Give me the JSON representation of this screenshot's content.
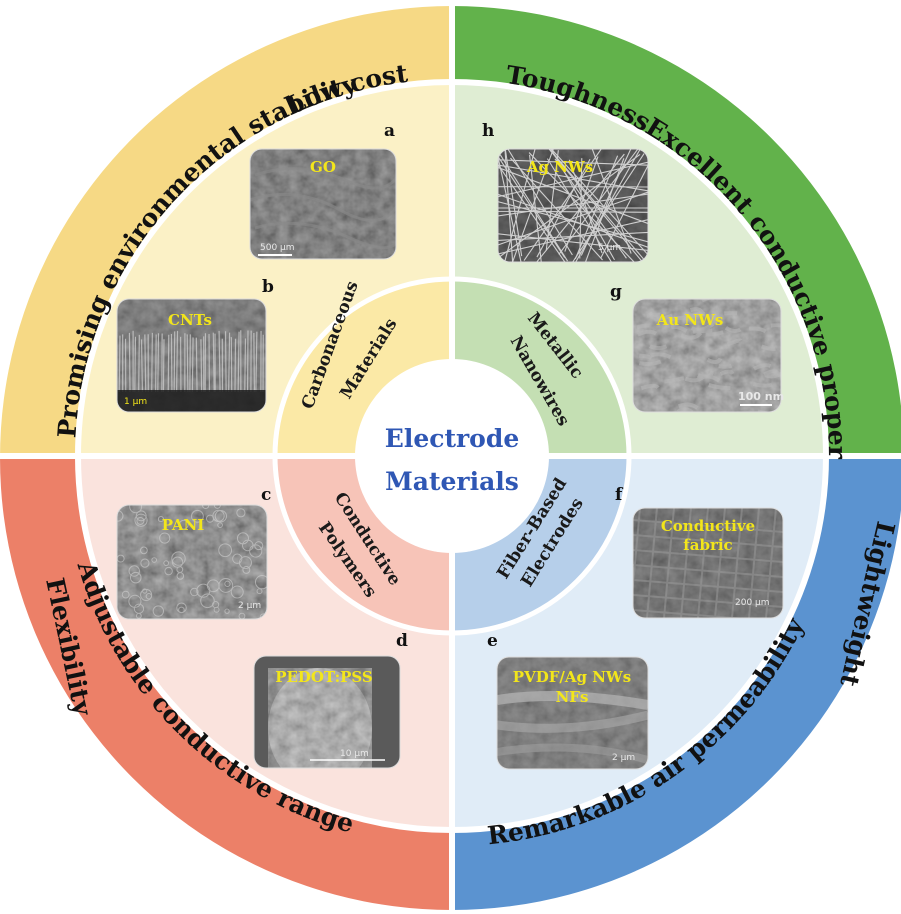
{
  "center": {
    "line1": "Electrode",
    "line2": "Materials"
  },
  "colors": {
    "carbon_outer": "#f6d985",
    "carbon_inner": "#fbf1c6",
    "carbon_ring": "#fbe9a6",
    "metal_outer": "#62b24b",
    "metal_inner": "#dfedd3",
    "metal_ring": "#c4dfb3",
    "polymer_outer": "#ec8068",
    "polymer_inner": "#fae3dd",
    "polymer_ring": "#f7c4b8",
    "fiber_outer": "#5b93d0",
    "fiber_inner": "#e0ecf7",
    "fiber_ring": "#b6cfea",
    "center_text": "#2f57b4",
    "image_label": "#f3e61a"
  },
  "quadrants": {
    "carbon": {
      "category": [
        "Carbonaceous",
        "Materials"
      ],
      "properties": [
        "Low cost",
        "Promising environmental stability"
      ],
      "panels": [
        {
          "letter": "a",
          "label": "GO",
          "scale": "500 μm"
        },
        {
          "letter": "b",
          "label": "CNTs",
          "scale": "1 μm"
        }
      ]
    },
    "metal": {
      "category": [
        "Metallic",
        "Nanowires"
      ],
      "properties": [
        "Toughness",
        "Excellent conductive property"
      ],
      "panels": [
        {
          "letter": "h",
          "label": "Ag NWs",
          "scale": "5 μm"
        },
        {
          "letter": "g",
          "label": "Au NWs",
          "scale": "100 nm"
        }
      ]
    },
    "polymer": {
      "category": [
        "Conductive",
        "Polymers"
      ],
      "properties": [
        "Flexibility",
        "Adjustable conductive range"
      ],
      "panels": [
        {
          "letter": "c",
          "label": "PANI",
          "scale": "2 μm"
        },
        {
          "letter": "d",
          "label": "PEDOT:PSS",
          "scale": "10 μm"
        }
      ]
    },
    "fiber": {
      "category": [
        "Fiber-Based",
        "Electrodes"
      ],
      "properties": [
        "Lightweight",
        "Remarkable air permeability"
      ],
      "panels": [
        {
          "letter": "f",
          "label": [
            "Conductive",
            "fabric"
          ],
          "scale": "200 μm"
        },
        {
          "letter": "e",
          "label": [
            "PVDF/Ag NWs",
            "NFs"
          ],
          "scale": "2 μm"
        }
      ]
    }
  }
}
